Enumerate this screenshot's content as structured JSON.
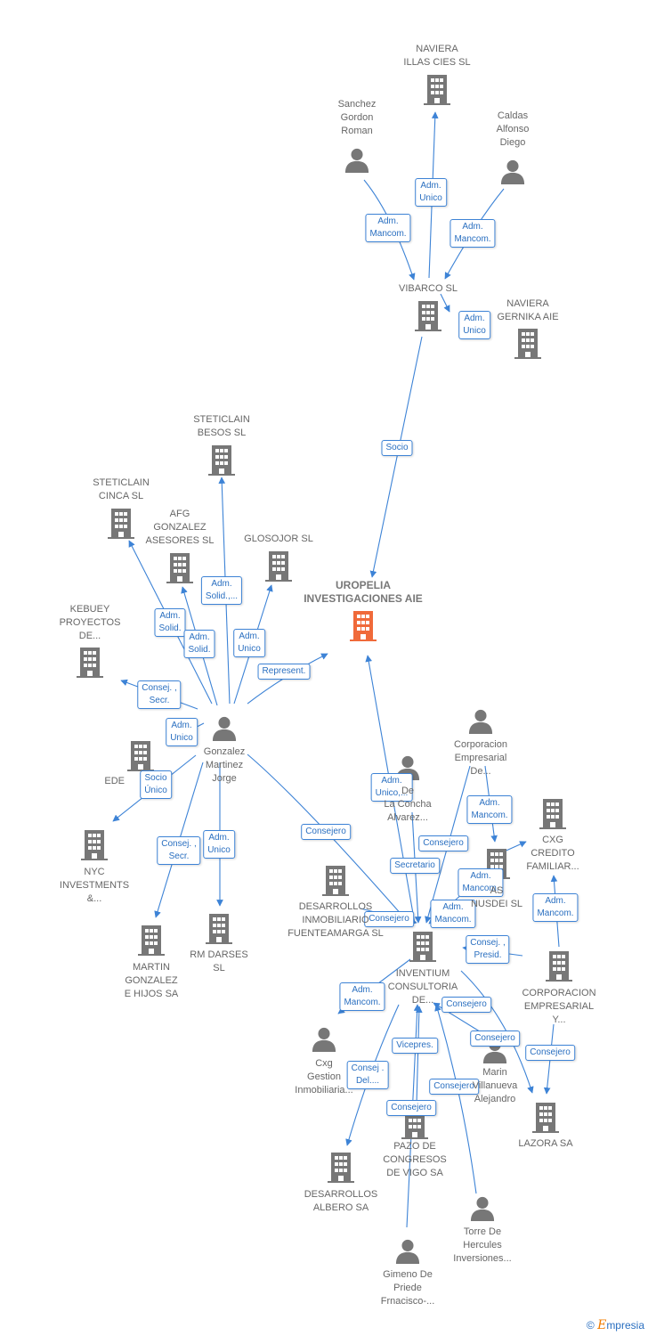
{
  "colors": {
    "edge": "#3d83d6",
    "node": "#777777",
    "focus": "#f06a3a"
  },
  "nodes": [
    {
      "id": "naviera_cies",
      "label": "NAVIERA\nILLAS CIES SL",
      "type": "company"
    },
    {
      "id": "sanchez",
      "label": "Sanchez\nGordon\nRoman",
      "type": "person"
    },
    {
      "id": "caldas",
      "label": "Caldas\nAlfonso\nDiego",
      "type": "person"
    },
    {
      "id": "vibarco",
      "label": "VIBARCO SL",
      "type": "company"
    },
    {
      "id": "naviera_gernika",
      "label": "NAVIERA\nGERNIKA AIE",
      "type": "company"
    },
    {
      "id": "steticlain_besos",
      "label": "STETICLAIN\nBESOS SL",
      "type": "company"
    },
    {
      "id": "steticlain_cinca",
      "label": "STETICLAIN\nCINCA SL",
      "type": "company"
    },
    {
      "id": "afg",
      "label": "AFG\nGONZALEZ\nASESORES SL",
      "type": "company"
    },
    {
      "id": "glosojor",
      "label": "GLOSOJOR SL",
      "type": "company"
    },
    {
      "id": "uropelia",
      "label": "UROPELIA\nINVESTIGACIONES AIE",
      "type": "focus"
    },
    {
      "id": "kebuey",
      "label": "KEBUEY\nPROYECTOS\nDE...",
      "type": "company"
    },
    {
      "id": "gonzalez",
      "label": "Gonzalez\nMartinez\nJorge",
      "type": "person"
    },
    {
      "id": "ede",
      "label": "EDE",
      "type": "company"
    },
    {
      "id": "nyc",
      "label": "NYC\nINVESTMENTS\n&...",
      "type": "company"
    },
    {
      "id": "martin",
      "label": "MARTIN\nGONZALEZ\nE HIJOS SA",
      "type": "company"
    },
    {
      "id": "rmdarses",
      "label": "RM DARSES\nSL",
      "type": "company"
    },
    {
      "id": "corp_emp_de",
      "label": "Corporacion\nEmpresarial\nDe...",
      "type": "person"
    },
    {
      "id": "concha",
      "label": "De\nLa Concha\nAlvarez...",
      "type": "person"
    },
    {
      "id": "cxg_credito",
      "label": "CXG\nCREDITO\nFAMILIAR...",
      "type": "company"
    },
    {
      "id": "nusdei",
      "label": "AS\nNUSDEI SL",
      "type": "company"
    },
    {
      "id": "desarrollos_fuente",
      "label": "DESARROLLOS\nINMOBILIARIO\nFUENTEAMARGA SL",
      "type": "company"
    },
    {
      "id": "inventium",
      "label": "INVENTIUM\nCONSULTORIA\nDE...",
      "type": "company"
    },
    {
      "id": "corp_emp_y",
      "label": "CORPORACION\nEMPRESARIAL\nY...",
      "type": "company"
    },
    {
      "id": "cxg_gestion",
      "label": "Cxg\nGestion\nInmobiliaria...",
      "type": "person"
    },
    {
      "id": "marin",
      "label": "Marin\nVillanueva\nAlejandro",
      "type": "person"
    },
    {
      "id": "lazora",
      "label": "LAZORA SA",
      "type": "company"
    },
    {
      "id": "pazo",
      "label": "PAZO DE\nCONGRESOS\nDE VIGO SA",
      "type": "company"
    },
    {
      "id": "desarrollos_albero",
      "label": "DESARROLLOS\nALBERO SA",
      "type": "company"
    },
    {
      "id": "torre",
      "label": "Torre De\nHercules\nInversiones...",
      "type": "person"
    },
    {
      "id": "gimeno",
      "label": "Gimeno De\nPriede\nFrnacisco-...",
      "type": "person"
    }
  ],
  "edges": [
    {
      "from": "sanchez",
      "to": "vibarco",
      "label": "Adm.\nMancom."
    },
    {
      "from": "vibarco",
      "to": "naviera_cies",
      "label": "Adm.\nUnico"
    },
    {
      "from": "caldas",
      "to": "vibarco",
      "label": "Adm.\nMancom."
    },
    {
      "from": "vibarco",
      "to": "naviera_gernika",
      "label": "Adm.\nUnico"
    },
    {
      "from": "vibarco",
      "to": "uropelia",
      "label": "Socio"
    },
    {
      "from": "gonzalez",
      "to": "steticlain_besos",
      "label": "Adm.\nSolid.,..."
    },
    {
      "from": "gonzalez",
      "to": "steticlain_cinca",
      "label": "Adm.\nSolid."
    },
    {
      "from": "gonzalez",
      "to": "afg",
      "label": "Adm.\nSolid."
    },
    {
      "from": "gonzalez",
      "to": "glosojor",
      "label": "Adm.\nUnico"
    },
    {
      "from": "gonzalez",
      "to": "uropelia",
      "label": "Represent."
    },
    {
      "from": "gonzalez",
      "to": "kebuey",
      "label": "Consej. ,\nSecr."
    },
    {
      "from": "gonzalez",
      "to": "ede",
      "label": "Adm.\nUnico"
    },
    {
      "from": "gonzalez",
      "to": "nyc",
      "label": "Socio\nÚnico"
    },
    {
      "from": "gonzalez",
      "to": "martin",
      "label": "Consej. ,\nSecr."
    },
    {
      "from": "gonzalez",
      "to": "rmdarses",
      "label": "Adm.\nUnico"
    },
    {
      "from": "gonzalez",
      "to": "inventium",
      "label": "Consejero"
    },
    {
      "from": "inventium",
      "to": "uropelia",
      "label": "Adm.\nUnico,..."
    },
    {
      "from": "corp_emp_de",
      "to": "nusdei",
      "label": "Adm.\nMancom."
    },
    {
      "from": "corp_emp_de",
      "to": "inventium",
      "label": "Consejero"
    },
    {
      "from": "concha",
      "to": "inventium",
      "label": "Secretario"
    },
    {
      "from": "nusdei",
      "to": "cxg_credito",
      "label": "Adm.\nMancom."
    },
    {
      "from": "corp_emp_y",
      "to": "cxg_credito",
      "label": "Adm.\nMancom."
    },
    {
      "from": "desarrollos_fuente",
      "to": "inventium",
      "label": "Consejero"
    },
    {
      "from": "nusdei",
      "to": "inventium",
      "label": "Adm.\nMancom."
    },
    {
      "from": "corp_emp_y",
      "to": "inventium",
      "label": "Consej. ,\nPresid."
    },
    {
      "from": "inventium",
      "to": "desarrollos_fuente",
      "label": "Adm.\nMancom."
    },
    {
      "from": "inventium",
      "to": "lazora",
      "label": "Consejero"
    },
    {
      "from": "marin",
      "to": "inventium",
      "label": "Consejero"
    },
    {
      "from": "corp_emp_y",
      "to": "lazora",
      "label": "Consejero"
    },
    {
      "from": "pazo",
      "to": "inventium",
      "label": "Vicepres."
    },
    {
      "from": "inventium",
      "to": "desarrollos_albero",
      "label": "Consej .\nDel...."
    },
    {
      "from": "torre",
      "to": "inventium",
      "label": "Consejero"
    },
    {
      "from": "gimeno",
      "to": "inventium",
      "label": "Consejero"
    }
  ],
  "footer": {
    "copyright": "©",
    "brand_first": "E",
    "brand_rest": "mpresia"
  }
}
